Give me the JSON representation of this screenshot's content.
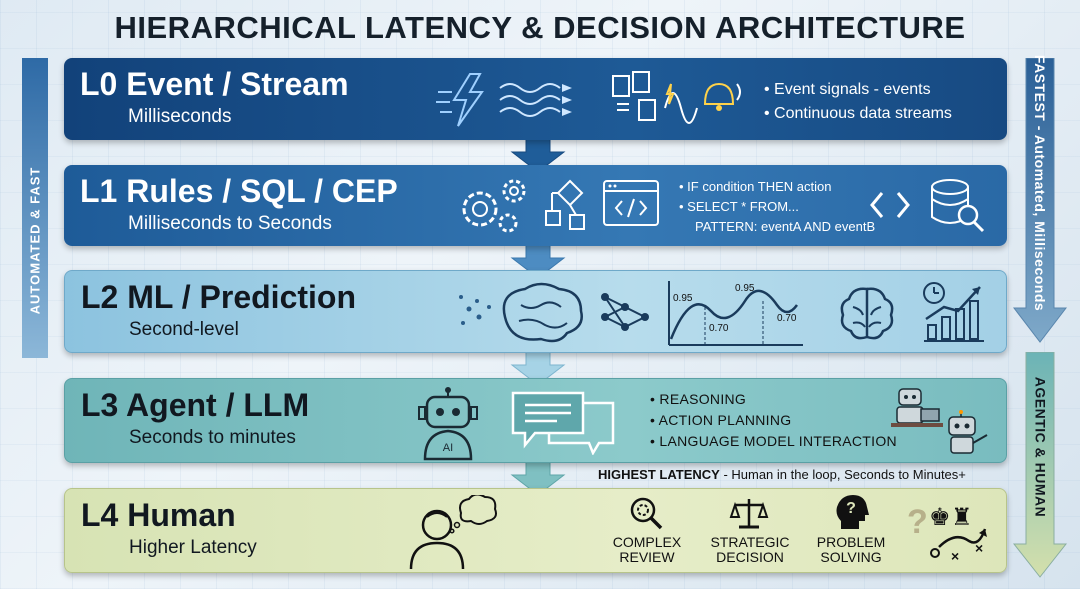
{
  "title": "HIERARCHICAL LATENCY & DECISION ARCHITECTURE",
  "side_left_label": "AUTOMATED & FAST",
  "right_top_label": "FASTEST - Automated, Milliseconds",
  "right_bottom_label": "AGENTIC & HUMAN",
  "layers": [
    {
      "title": "L0 Event / Stream",
      "subtitle": "Milliseconds",
      "bullets": [
        "Event signals - events",
        "Continuous data streams"
      ]
    },
    {
      "title": "L1 Rules / SQL / CEP",
      "subtitle": "Milliseconds to Seconds",
      "bullets": [
        "IF condition THEN action",
        "SELECT * FROM...",
        "PATTERN: eventA AND eventB"
      ]
    },
    {
      "title": "L2 ML / Prediction",
      "subtitle": "Second-level",
      "chart_labels": [
        "0.95",
        "0.95",
        "0.70",
        "0.70"
      ]
    },
    {
      "title": "L3 Agent / LLM",
      "subtitle": "Seconds to minutes",
      "robot_label": "AI",
      "bullets": [
        "REASONING",
        "ACTION PLANNING",
        "LANGUAGE MODEL INTERACTION"
      ]
    },
    {
      "title": "L4 Human",
      "subtitle": "Higher Latency",
      "items": [
        {
          "line1": "COMPLEX",
          "line2": "REVIEW"
        },
        {
          "line1": "STRATEGIC",
          "line2": "DECISION"
        },
        {
          "line1": "PROBLEM",
          "line2": "SOLVING"
        }
      ]
    }
  ],
  "latency_note": {
    "bold": "HIGHEST LATENCY",
    "rest": " - Human in the loop, Seconds to Minutes+"
  },
  "colors": {
    "l0": "#12427a",
    "l1": "#2a69a6",
    "l2": "#a3d0e6",
    "l3": "#79bcbf",
    "l4": "#dde6ba"
  }
}
